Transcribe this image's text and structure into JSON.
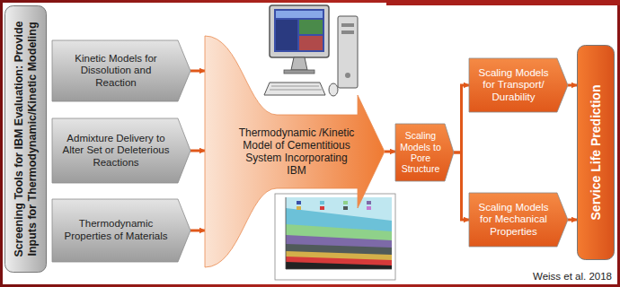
{
  "diagram": {
    "nodes": [
      {
        "text": [
          "Screening Tools for IBM Evaluation: Provide Inputs for Thermodynamic/Kinetic Modeling"
        ]
      },
      {
        "text": [
          "Kinetic Models for Dissolution and Reaction"
        ]
      },
      {
        "text": [
          "Admixture Delivery to Alter Set or Deleterious Reactions"
        ]
      },
      {
        "text": [
          "Thermodynamic Properties of Materials"
        ]
      },
      {
        "text": [
          "Thermodynamic /Kinetic Model of Cementitious System Incorporating IBM"
        ]
      },
      {
        "text": [
          "Scaling Models to Pore Structure"
        ]
      },
      {
        "text": [
          "Scaling Models for Transport/ Durability"
        ]
      },
      {
        "text": [
          "Scaling Models for Mechanical Properties"
        ]
      },
      {
        "text": [
          "Service Life Prediction"
        ]
      }
    ],
    "edges": [
      {
        "from": 1,
        "to": 4,
        "arrow": "to"
      },
      {
        "from": 2,
        "to": 4,
        "arrow": "to"
      },
      {
        "from": 3,
        "to": 4,
        "arrow": "to"
      },
      {
        "from": 4,
        "to": 5,
        "arrow": "to"
      },
      {
        "from": 5,
        "to": 6,
        "arrow": "to"
      },
      {
        "from": 5,
        "to": 7,
        "arrow": "to"
      },
      {
        "from": 6,
        "to": 8,
        "arrow": "to"
      },
      {
        "from": 7,
        "to": 8,
        "arrow": "to"
      }
    ],
    "labels": [
      "Weiss et al. 2018"
    ]
  }
}
